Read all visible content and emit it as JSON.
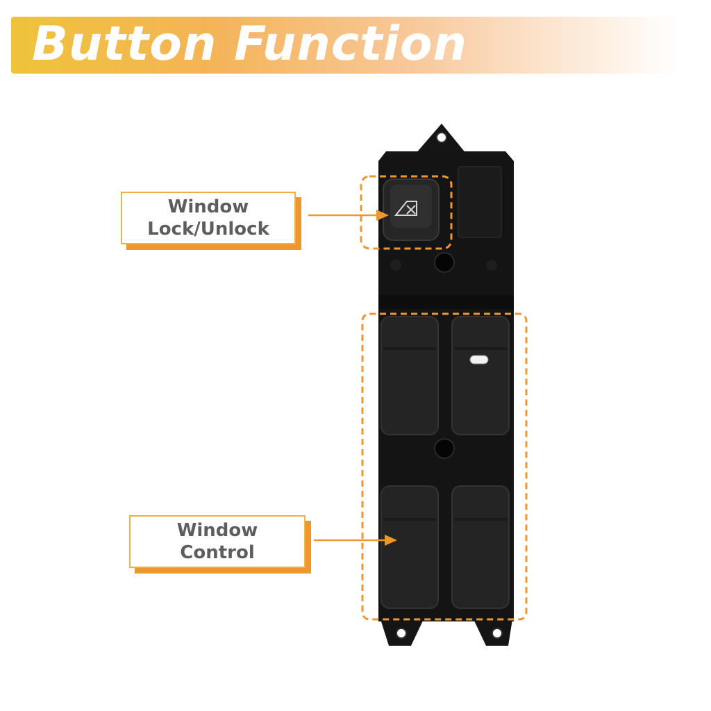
{
  "banner": {
    "title": "Button Function"
  },
  "callouts": {
    "lock": {
      "line1": "Window",
      "line2": "Lock/Unlock"
    },
    "control": {
      "line1": "Window",
      "line2": "Control"
    }
  },
  "colors": {
    "accent_orange": "#f0962e",
    "accent_yellow": "#efc33a",
    "switch_body": "#141414",
    "label_text": "#5d5d5d"
  },
  "icons": {
    "lock_button": "window-lock-icon",
    "indicator": "indicator-light-icon"
  }
}
